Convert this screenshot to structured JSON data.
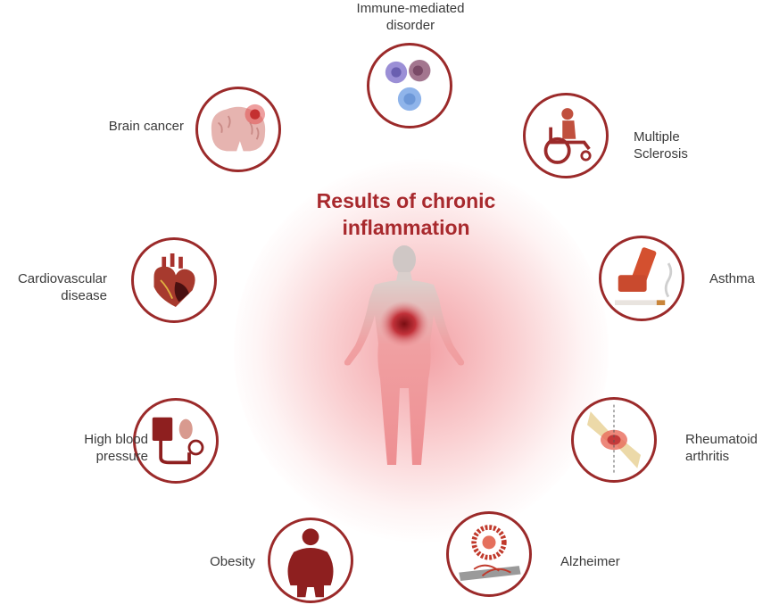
{
  "title": {
    "line1": "Results of chronic",
    "line2": "inflammation"
  },
  "items": [
    {
      "key": "immune",
      "lines": [
        "Immune-mediated",
        "disorder"
      ],
      "icon": "immune-cells-icon"
    },
    {
      "key": "ms",
      "lines": [
        "Multiple",
        "Sclerosis"
      ],
      "icon": "wheelchair-icon"
    },
    {
      "key": "asthma",
      "lines": [
        "Asthma"
      ],
      "icon": "inhaler-icon"
    },
    {
      "key": "ra",
      "lines": [
        "Rheumatoid",
        "arthritis"
      ],
      "icon": "joint-icon"
    },
    {
      "key": "alz",
      "lines": [
        "Alzheimer"
      ],
      "icon": "neuron-plaque-icon"
    },
    {
      "key": "obesity",
      "lines": [
        "Obesity"
      ],
      "icon": "obese-person-icon"
    },
    {
      "key": "hbp",
      "lines": [
        "High blood",
        "pressure"
      ],
      "icon": "blood-pressure-monitor-icon"
    },
    {
      "key": "cardio",
      "lines": [
        "Cardiovascular",
        "disease"
      ],
      "icon": "heart-icon"
    },
    {
      "key": "brain",
      "lines": [
        "Brain cancer"
      ],
      "icon": "brain-tumor-icon"
    }
  ],
  "colors": {
    "accent": "#9b2a2a",
    "title": "#a8292d",
    "glow": "#e8525a"
  }
}
